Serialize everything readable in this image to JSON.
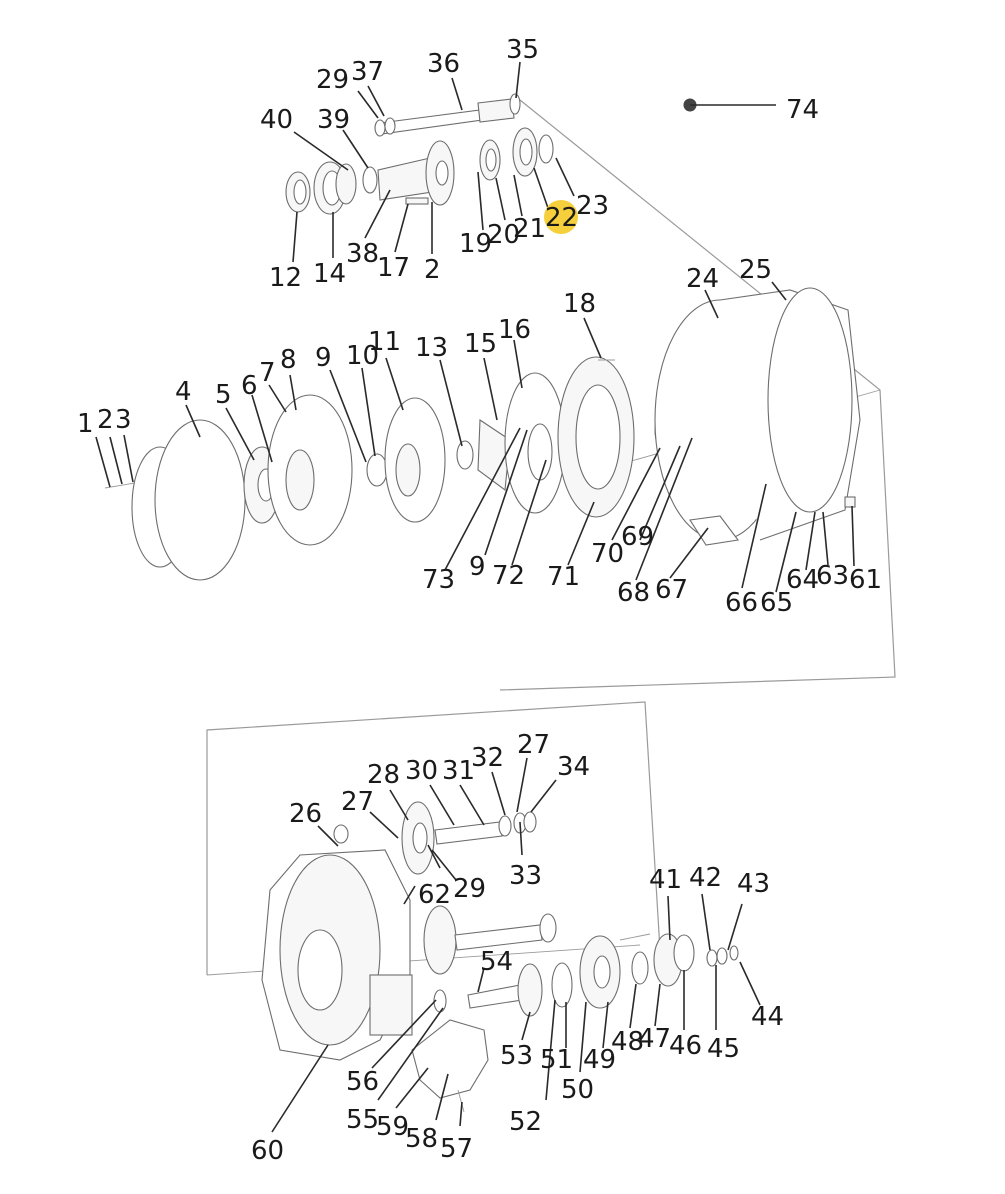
{
  "diagram": {
    "highlight_color": "#f5cf3c",
    "highlighted_label": "22",
    "labels": {
      "l1": "1",
      "l2": "2",
      "l3": "3",
      "l4": "4",
      "l5": "5",
      "l6": "6",
      "l7": "7",
      "l8": "8",
      "l9": "9",
      "l10": "10",
      "l11": "11",
      "l12": "12",
      "l13": "13",
      "l14": "14",
      "l15": "15",
      "l16": "16",
      "l17": "17",
      "l18": "18",
      "l19": "19",
      "l20": "20",
      "l21": "21",
      "l22": "22",
      "l23": "23",
      "l24": "24",
      "l25": "25",
      "l26": "26",
      "l27": "27",
      "l28": "28",
      "l29": "29",
      "l30": "30",
      "l31": "31",
      "l32": "32",
      "l33": "33",
      "l34": "34",
      "l35": "35",
      "l36": "36",
      "l37": "37",
      "l38": "38",
      "l39": "39",
      "l40": "40",
      "l41": "41",
      "l42": "42",
      "l43": "43",
      "l44": "44",
      "l45": "45",
      "l46": "46",
      "l47": "47",
      "l48": "48",
      "l49": "49",
      "l50": "50",
      "l51": "51",
      "l52": "52",
      "l53": "53",
      "l54": "54",
      "l55": "55",
      "l56": "56",
      "l57": "57",
      "l58": "58",
      "l59": "59",
      "l60": "60",
      "l61": "61",
      "l62": "62",
      "l63": "63",
      "l64": "64",
      "l65": "65",
      "l66": "66",
      "l67": "67",
      "l68": "68",
      "l69": "69",
      "l70": "70",
      "l71": "71",
      "l72": "72",
      "l73": "73",
      "l74": "74"
    }
  }
}
